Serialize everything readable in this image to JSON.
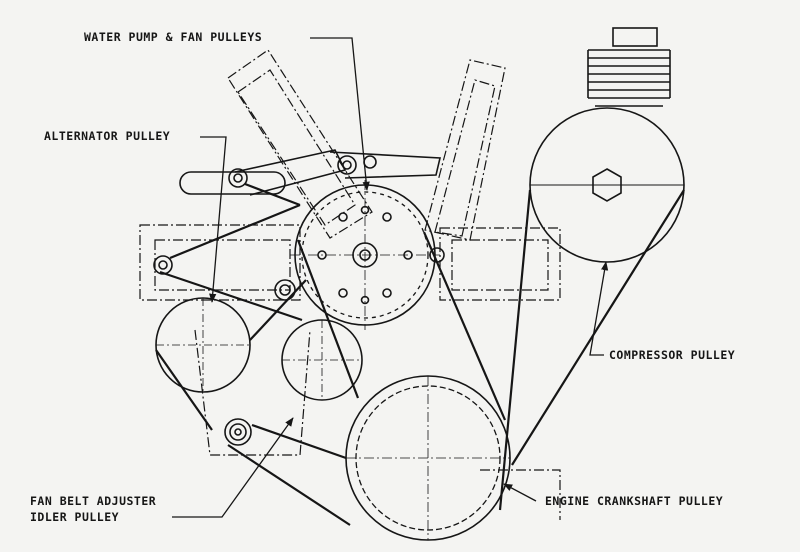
{
  "labels": {
    "water_pump": "WATER PUMP & FAN PULLEYS",
    "alternator": "ALTERNATOR PULLEY",
    "compressor": "COMPRESSOR PULLEY",
    "fan_belt_line1": "FAN BELT ADJUSTER",
    "fan_belt_line2": "IDLER PULLEY",
    "crankshaft": "ENGINE CRANKSHAFT PULLEY"
  },
  "colors": {
    "ink": "#161616",
    "paper": "#f4f4f2"
  }
}
